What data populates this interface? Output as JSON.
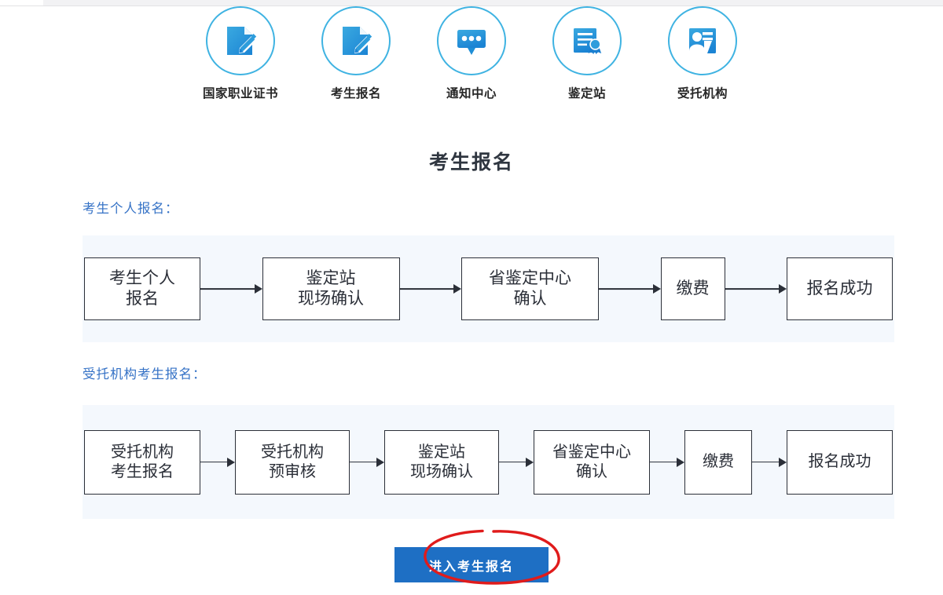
{
  "nav": {
    "items": [
      {
        "label": "国家职业证书",
        "icon": "document-pencil-icon"
      },
      {
        "label": "考生报名",
        "icon": "document-pencil-icon"
      },
      {
        "label": "通知中心",
        "icon": "speech-bubble-dots-icon"
      },
      {
        "label": "鉴定站",
        "icon": "certificate-ribbon-icon"
      },
      {
        "label": "受托机构",
        "icon": "person-card-icon"
      }
    ]
  },
  "page": {
    "title": "考生报名"
  },
  "sections": [
    {
      "heading": "考生个人报名：",
      "steps": [
        {
          "lines": [
            "考生个人",
            "报名"
          ]
        },
        {
          "lines": [
            "鉴定站",
            "现场确认"
          ]
        },
        {
          "lines": [
            "省鉴定中心",
            "确认"
          ]
        },
        {
          "lines": [
            "缴费"
          ]
        },
        {
          "lines": [
            "报名成功"
          ]
        }
      ]
    },
    {
      "heading": "受托机构考生报名：",
      "steps": [
        {
          "lines": [
            "受托机构",
            "考生报名"
          ]
        },
        {
          "lines": [
            "受托机构",
            "预审核"
          ]
        },
        {
          "lines": [
            "鉴定站",
            "现场确认"
          ]
        },
        {
          "lines": [
            "省鉴定中心",
            "确认"
          ]
        },
        {
          "lines": [
            "缴费"
          ]
        },
        {
          "lines": [
            "报名成功"
          ]
        }
      ]
    }
  ],
  "action": {
    "submit_label": "进入考生报名"
  },
  "colors": {
    "accent_blue": "#1e6fc4",
    "icon_blue": "#3fb3e2",
    "heading_blue": "#3572c6",
    "panel_bg": "#f4f8fd",
    "box_border": "#2b2f38",
    "highlight_red": "#e01b1b"
  }
}
